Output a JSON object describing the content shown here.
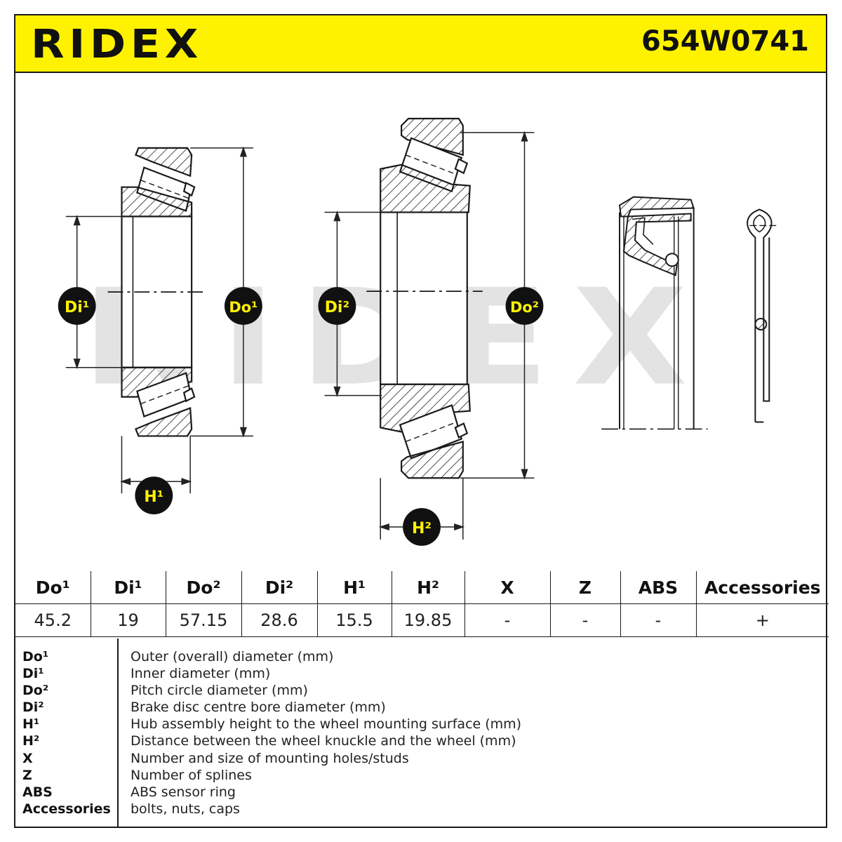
{
  "header": {
    "brand": "RIDEX",
    "part_number": "654W0741",
    "brand_color": "#111111",
    "header_color": "#fff200"
  },
  "drawing": {
    "watermark": "RIDEX",
    "labels": {
      "do1": "Do¹",
      "di1": "Di¹",
      "do2": "Do²",
      "di2": "Di²",
      "h1": "H¹",
      "h2": "H²"
    }
  },
  "specs": {
    "headers": [
      "Do¹",
      "Di¹",
      "Do²",
      "Di²",
      "H¹",
      "H²",
      "X",
      "Z",
      "ABS",
      "Accessories"
    ],
    "values": [
      "45.2",
      "19",
      "57.15",
      "28.6",
      "15.5",
      "19.85",
      "-",
      "-",
      "-",
      "+"
    ]
  },
  "legend": [
    {
      "key": "Do¹",
      "desc": "Outer (overall) diameter (mm)"
    },
    {
      "key": "Di¹",
      "desc": "Inner diameter (mm)"
    },
    {
      "key": "Do²",
      "desc": "Pitch circle diameter (mm)"
    },
    {
      "key": "Di²",
      "desc": "Brake disc centre bore diameter (mm)"
    },
    {
      "key": "H¹",
      "desc": "Hub assembly height to the wheel mounting surface (mm)"
    },
    {
      "key": "H²",
      "desc": "Distance between the wheel knuckle and the wheel (mm)"
    },
    {
      "key": "X",
      "desc": "Number and size of mounting holes/studs"
    },
    {
      "key": "Z",
      "desc": "Number of splines"
    },
    {
      "key": "ABS",
      "desc": "ABS sensor ring"
    },
    {
      "key": "Accessories",
      "desc": "bolts, nuts, caps"
    }
  ]
}
